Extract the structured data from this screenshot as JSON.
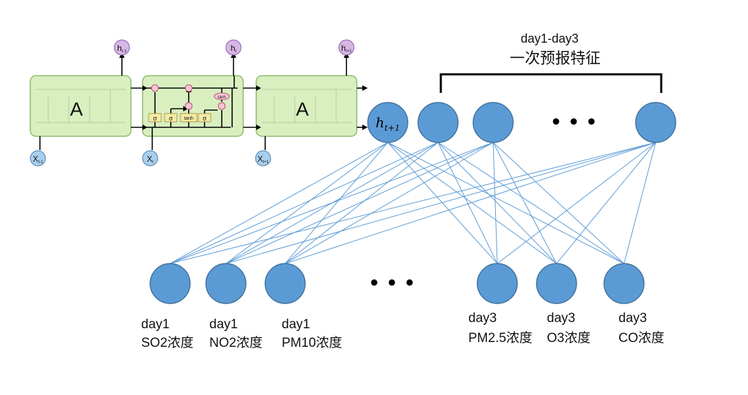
{
  "header": {
    "line1": "day1-day3",
    "line2": "一次预报特征"
  },
  "lstm": {
    "cell_label_left": "A",
    "cell_label_right": "A",
    "outputs": [
      "h",
      "h",
      "h"
    ],
    "output_subs": [
      "t-1",
      "t",
      "t+1"
    ],
    "inputs": [
      "X",
      "X",
      "X"
    ],
    "input_subs": [
      "t-1",
      "t",
      "t+1"
    ],
    "gate_labels": [
      "σ",
      "σ",
      "tanh",
      "σ"
    ],
    "tanh_label": "tanh"
  },
  "hidden_node": {
    "base": "h",
    "sub": "t+1"
  },
  "ellipsis": "• • •",
  "input_nodes": [
    {
      "day": "day1",
      "feature": "SO2浓度"
    },
    {
      "day": "day1",
      "feature": "NO2浓度"
    },
    {
      "day": "day1",
      "feature": "PM10浓度"
    },
    {
      "day": "day3",
      "feature": "PM2.5浓度"
    },
    {
      "day": "day3",
      "feature": "O3浓度"
    },
    {
      "day": "day3",
      "feature": "CO浓度"
    }
  ],
  "colors": {
    "node_fill": "#5b9bd5",
    "node_stroke": "#41719c",
    "edge": "#5b9bd5",
    "lstm_fill": "#d9efc0",
    "lstm_stroke": "#8fb86b",
    "gate_fill": "#f6e9a5",
    "h_fill": "#d7b6e6",
    "x_fill": "#a9cfee"
  }
}
